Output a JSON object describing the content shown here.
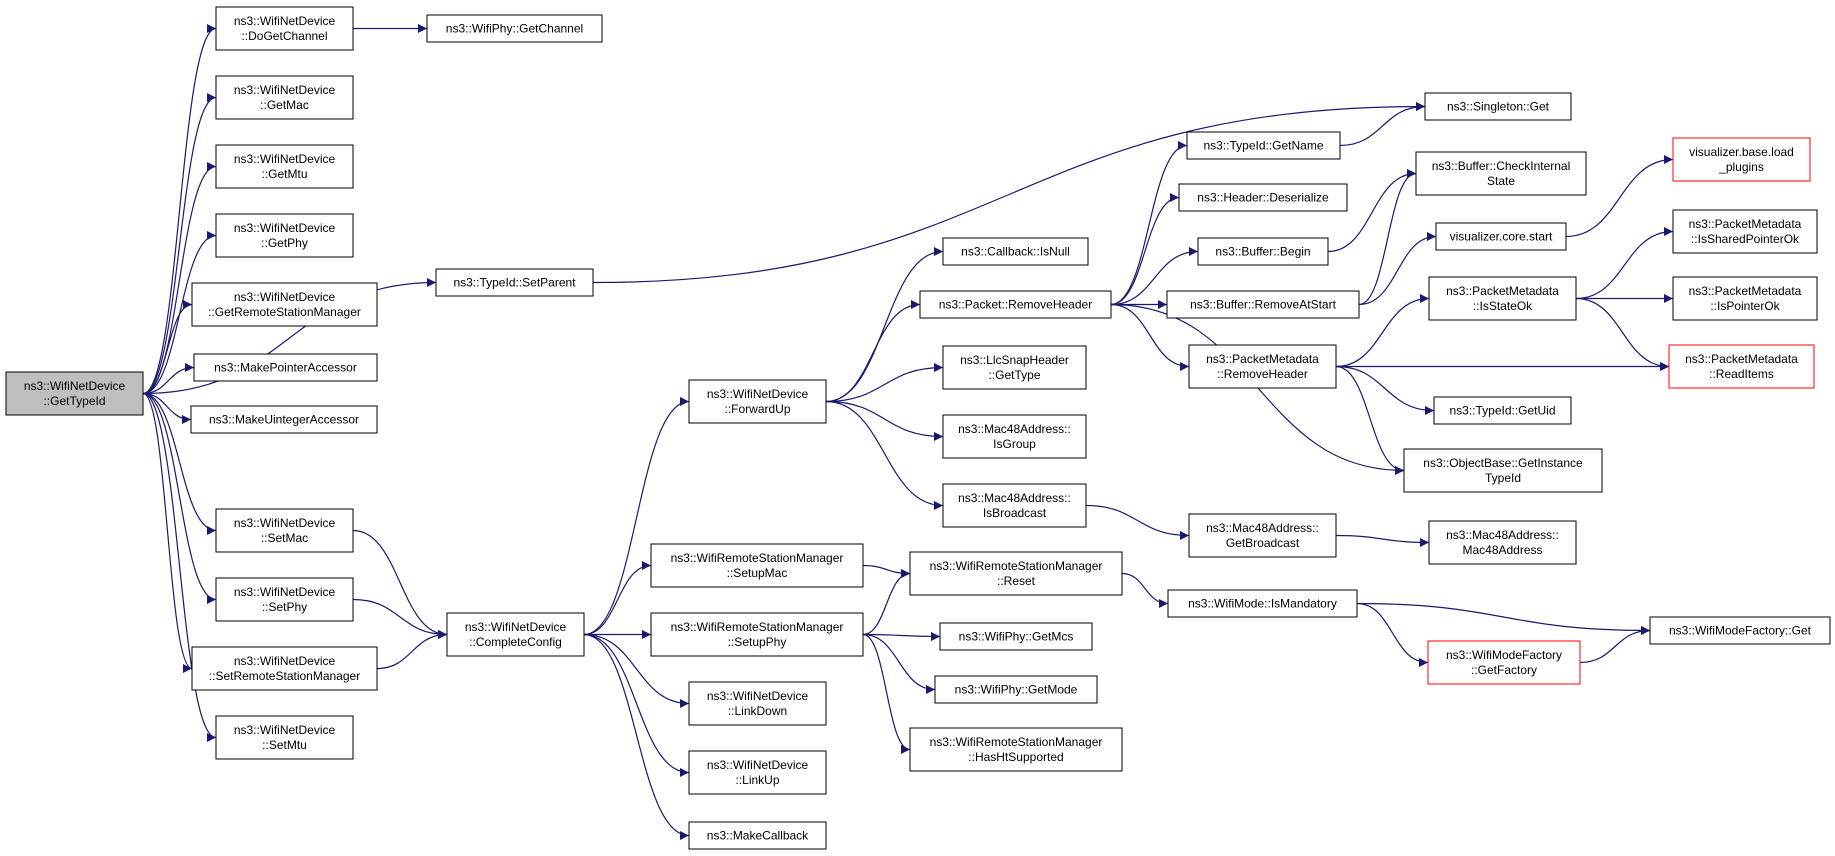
{
  "colors": {
    "edge": "#191970",
    "node_border": "#000000",
    "root_fill": "#bfbfbf",
    "highlight_border": "#ff0000",
    "background": "#ffffff"
  },
  "nodes": [
    {
      "id": "root",
      "lines": [
        "ns3::WifiNetDevice",
        "::GetTypeId"
      ],
      "style": "root"
    },
    {
      "id": "doGetChannel",
      "lines": [
        "ns3::WifiNetDevice",
        "::DoGetChannel"
      ]
    },
    {
      "id": "getMac",
      "lines": [
        "ns3::WifiNetDevice",
        "::GetMac"
      ]
    },
    {
      "id": "getMtu",
      "lines": [
        "ns3::WifiNetDevice",
        "::GetMtu"
      ]
    },
    {
      "id": "getPhy",
      "lines": [
        "ns3::WifiNetDevice",
        "::GetPhy"
      ]
    },
    {
      "id": "getRSM",
      "lines": [
        "ns3::WifiNetDevice",
        "::GetRemoteStationManager"
      ]
    },
    {
      "id": "makePtrAcc",
      "lines": [
        "ns3::MakePointerAccessor"
      ]
    },
    {
      "id": "makeUintAcc",
      "lines": [
        "ns3::MakeUintegerAccessor"
      ]
    },
    {
      "id": "setMac",
      "lines": [
        "ns3::WifiNetDevice",
        "::SetMac"
      ]
    },
    {
      "id": "setPhy",
      "lines": [
        "ns3::WifiNetDevice",
        "::SetPhy"
      ]
    },
    {
      "id": "setRSM",
      "lines": [
        "ns3::WifiNetDevice",
        "::SetRemoteStationManager"
      ]
    },
    {
      "id": "setMtu",
      "lines": [
        "ns3::WifiNetDevice",
        "::SetMtu"
      ]
    },
    {
      "id": "wifiPhyGetChannel",
      "lines": [
        "ns3::WifiPhy::GetChannel"
      ]
    },
    {
      "id": "typeIdSetParent",
      "lines": [
        "ns3::TypeId::SetParent"
      ]
    },
    {
      "id": "completeConfig",
      "lines": [
        "ns3::WifiNetDevice",
        "::CompleteConfig"
      ]
    },
    {
      "id": "forwardUp",
      "lines": [
        "ns3::WifiNetDevice",
        "::ForwardUp"
      ]
    },
    {
      "id": "rsmSetupMac",
      "lines": [
        "ns3::WifiRemoteStationManager",
        "::SetupMac"
      ]
    },
    {
      "id": "rsmSetupPhy",
      "lines": [
        "ns3::WifiRemoteStationManager",
        "::SetupPhy"
      ]
    },
    {
      "id": "linkDown",
      "lines": [
        "ns3::WifiNetDevice",
        "::LinkDown"
      ]
    },
    {
      "id": "linkUp",
      "lines": [
        "ns3::WifiNetDevice",
        "::LinkUp"
      ]
    },
    {
      "id": "makeCallback",
      "lines": [
        "ns3::MakeCallback"
      ]
    },
    {
      "id": "callbackIsNull",
      "lines": [
        "ns3::Callback::IsNull"
      ]
    },
    {
      "id": "packetRemoveHeader",
      "lines": [
        "ns3::Packet::RemoveHeader"
      ]
    },
    {
      "id": "llcGetType",
      "lines": [
        "ns3::LlcSnapHeader",
        "::GetType"
      ]
    },
    {
      "id": "macIsGroup",
      "lines": [
        "ns3::Mac48Address::",
        "IsGroup"
      ]
    },
    {
      "id": "macIsBroadcast",
      "lines": [
        "ns3::Mac48Address::",
        "IsBroadcast"
      ]
    },
    {
      "id": "rsmReset",
      "lines": [
        "ns3::WifiRemoteStationManager",
        "::Reset"
      ]
    },
    {
      "id": "phyGetMcs",
      "lines": [
        "ns3::WifiPhy::GetMcs"
      ]
    },
    {
      "id": "phyGetMode",
      "lines": [
        "ns3::WifiPhy::GetMode"
      ]
    },
    {
      "id": "rsmHasHt",
      "lines": [
        "ns3::WifiRemoteStationManager",
        "::HasHtSupported"
      ]
    },
    {
      "id": "typeIdGetName",
      "lines": [
        "ns3::TypeId::GetName"
      ]
    },
    {
      "id": "headerDeserialize",
      "lines": [
        "ns3::Header::Deserialize"
      ]
    },
    {
      "id": "bufferBegin",
      "lines": [
        "ns3::Buffer::Begin"
      ]
    },
    {
      "id": "bufferRemoveAtStart",
      "lines": [
        "ns3::Buffer::RemoveAtStart"
      ]
    },
    {
      "id": "pmRemoveHeader",
      "lines": [
        "ns3::PacketMetadata",
        "::RemoveHeader"
      ]
    },
    {
      "id": "macGetBroadcast",
      "lines": [
        "ns3::Mac48Address::",
        "GetBroadcast"
      ]
    },
    {
      "id": "modeIsMandatory",
      "lines": [
        "ns3::WifiMode::IsMandatory"
      ]
    },
    {
      "id": "singletonGet",
      "lines": [
        "ns3::Singleton::Get"
      ]
    },
    {
      "id": "bufferCheckInternal",
      "lines": [
        "ns3::Buffer::CheckInternal",
        "State"
      ]
    },
    {
      "id": "visCoreStart",
      "lines": [
        "visualizer.core.start"
      ]
    },
    {
      "id": "pmIsStateOk",
      "lines": [
        "ns3::PacketMetadata",
        "::IsStateOk"
      ]
    },
    {
      "id": "typeIdGetUid",
      "lines": [
        "ns3::TypeId::GetUid"
      ]
    },
    {
      "id": "objGetInstanceTypeId",
      "lines": [
        "ns3::ObjectBase::GetInstance",
        "TypeId"
      ]
    },
    {
      "id": "macMac48Address",
      "lines": [
        "ns3::Mac48Address::",
        "Mac48Address"
      ]
    },
    {
      "id": "modeFactoryGetFactory",
      "lines": [
        "ns3::WifiModeFactory",
        "::GetFactory"
      ],
      "style": "red"
    },
    {
      "id": "visBaseLoadPlugins",
      "lines": [
        "visualizer.base.load",
        "_plugins"
      ],
      "style": "red"
    },
    {
      "id": "pmIsSharedPointerOk",
      "lines": [
        "ns3::PacketMetadata",
        "::IsSharedPointerOk"
      ]
    },
    {
      "id": "pmIsPointerOk",
      "lines": [
        "ns3::PacketMetadata",
        "::IsPointerOk"
      ]
    },
    {
      "id": "pmReadItems",
      "lines": [
        "ns3::PacketMetadata",
        "::ReadItems"
      ],
      "style": "red"
    },
    {
      "id": "modeFactoryGet",
      "lines": [
        "ns3::WifiModeFactory::Get"
      ]
    }
  ],
  "edges": [
    [
      "root",
      "doGetChannel"
    ],
    [
      "root",
      "getMac"
    ],
    [
      "root",
      "getMtu"
    ],
    [
      "root",
      "getPhy"
    ],
    [
      "root",
      "getRSM"
    ],
    [
      "root",
      "makePtrAcc"
    ],
    [
      "root",
      "makeUintAcc"
    ],
    [
      "root",
      "setMac"
    ],
    [
      "root",
      "setPhy"
    ],
    [
      "root",
      "setRSM"
    ],
    [
      "root",
      "setMtu"
    ],
    [
      "root",
      "typeIdSetParent"
    ],
    [
      "doGetChannel",
      "wifiPhyGetChannel"
    ],
    [
      "typeIdSetParent",
      "singletonGet"
    ],
    [
      "setMac",
      "completeConfig"
    ],
    [
      "setPhy",
      "completeConfig"
    ],
    [
      "setRSM",
      "completeConfig"
    ],
    [
      "completeConfig",
      "forwardUp"
    ],
    [
      "completeConfig",
      "rsmSetupMac"
    ],
    [
      "completeConfig",
      "rsmSetupPhy"
    ],
    [
      "completeConfig",
      "linkDown"
    ],
    [
      "completeConfig",
      "linkUp"
    ],
    [
      "completeConfig",
      "makeCallback"
    ],
    [
      "forwardUp",
      "callbackIsNull"
    ],
    [
      "forwardUp",
      "packetRemoveHeader"
    ],
    [
      "forwardUp",
      "llcGetType"
    ],
    [
      "forwardUp",
      "macIsGroup"
    ],
    [
      "forwardUp",
      "macIsBroadcast"
    ],
    [
      "rsmSetupMac",
      "rsmReset"
    ],
    [
      "rsmSetupPhy",
      "rsmReset"
    ],
    [
      "rsmSetupPhy",
      "phyGetMcs"
    ],
    [
      "rsmSetupPhy",
      "phyGetMode"
    ],
    [
      "rsmSetupPhy",
      "rsmHasHt"
    ],
    [
      "packetRemoveHeader",
      "typeIdGetName"
    ],
    [
      "packetRemoveHeader",
      "headerDeserialize"
    ],
    [
      "packetRemoveHeader",
      "bufferBegin"
    ],
    [
      "packetRemoveHeader",
      "bufferRemoveAtStart"
    ],
    [
      "packetRemoveHeader",
      "pmRemoveHeader"
    ],
    [
      "packetRemoveHeader",
      "objGetInstanceTypeId"
    ],
    [
      "macIsBroadcast",
      "macGetBroadcast"
    ],
    [
      "rsmReset",
      "modeIsMandatory"
    ],
    [
      "typeIdGetName",
      "singletonGet"
    ],
    [
      "bufferBegin",
      "bufferCheckInternal"
    ],
    [
      "bufferRemoveAtStart",
      "bufferCheckInternal"
    ],
    [
      "bufferRemoveAtStart",
      "visCoreStart"
    ],
    [
      "pmRemoveHeader",
      "pmIsStateOk"
    ],
    [
      "pmRemoveHeader",
      "pmReadItems"
    ],
    [
      "pmRemoveHeader",
      "typeIdGetUid"
    ],
    [
      "pmRemoveHeader",
      "objGetInstanceTypeId"
    ],
    [
      "macGetBroadcast",
      "macMac48Address"
    ],
    [
      "modeIsMandatory",
      "modeFactoryGetFactory"
    ],
    [
      "modeIsMandatory",
      "modeFactoryGet"
    ],
    [
      "visCoreStart",
      "visBaseLoadPlugins"
    ],
    [
      "pmIsStateOk",
      "pmIsSharedPointerOk"
    ],
    [
      "pmIsStateOk",
      "pmIsPointerOk"
    ],
    [
      "pmIsStateOk",
      "pmReadItems"
    ],
    [
      "modeFactoryGetFactory",
      "modeFactoryGet"
    ]
  ]
}
